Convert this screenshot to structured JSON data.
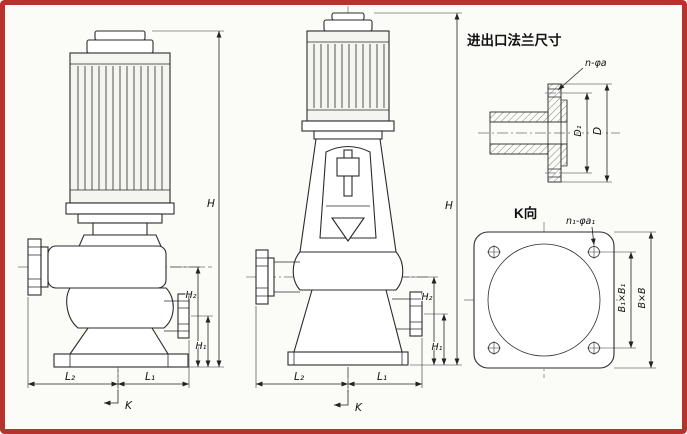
{
  "frame": {
    "border_color": "#b5332c",
    "background": "#fbfbf8"
  },
  "flange_detail": {
    "title": "进出口法兰尺寸",
    "bolt_label": "n-φa",
    "dim_inner": "D₁",
    "dim_outer": "D"
  },
  "k_view": {
    "title": "K向",
    "bolt_label": "n₁-φa₁",
    "dim_inner": "B₁×B₁",
    "dim_outer": "B×B"
  },
  "pump_front": {
    "dim_h": "H",
    "dim_h2": "H₂",
    "dim_h1": "H₁",
    "dim_l2": "L₂",
    "dim_l1": "L₁",
    "view_k": "K"
  },
  "pump_side": {
    "dim_h": "H",
    "dim_h2": "H₂",
    "dim_h1": "H₁",
    "dim_l2": "L₂",
    "dim_l1": "L₁",
    "view_k": "K"
  }
}
